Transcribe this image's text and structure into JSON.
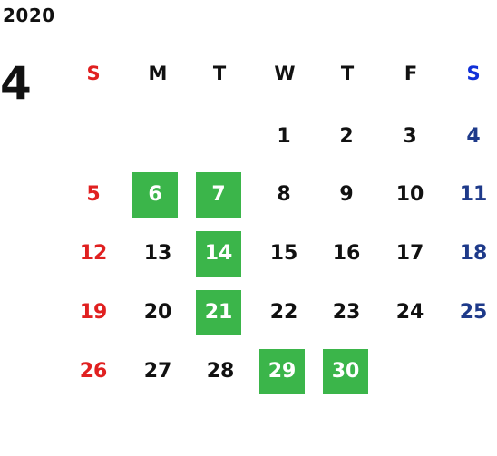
{
  "year": "2020",
  "month": "4",
  "weekdays": [
    "S",
    "M",
    "T",
    "W",
    "T",
    "F",
    "S"
  ],
  "colors": {
    "sunday": "#e02020",
    "saturday_header": "#1030d8",
    "saturday": "#1e3a8a",
    "highlight": "#3bb54a",
    "text": "#111111"
  },
  "weeks": [
    [
      "",
      "",
      "",
      "1",
      "2",
      "3",
      "4"
    ],
    [
      "5",
      "6",
      "7",
      "8",
      "9",
      "10",
      "11"
    ],
    [
      "12",
      "13",
      "14",
      "15",
      "16",
      "17",
      "18"
    ],
    [
      "19",
      "20",
      "21",
      "22",
      "23",
      "24",
      "25"
    ],
    [
      "26",
      "27",
      "28",
      "29",
      "30",
      "",
      ""
    ]
  ],
  "highlighted_days": [
    "6",
    "7",
    "14",
    "21",
    "29",
    "30"
  ]
}
